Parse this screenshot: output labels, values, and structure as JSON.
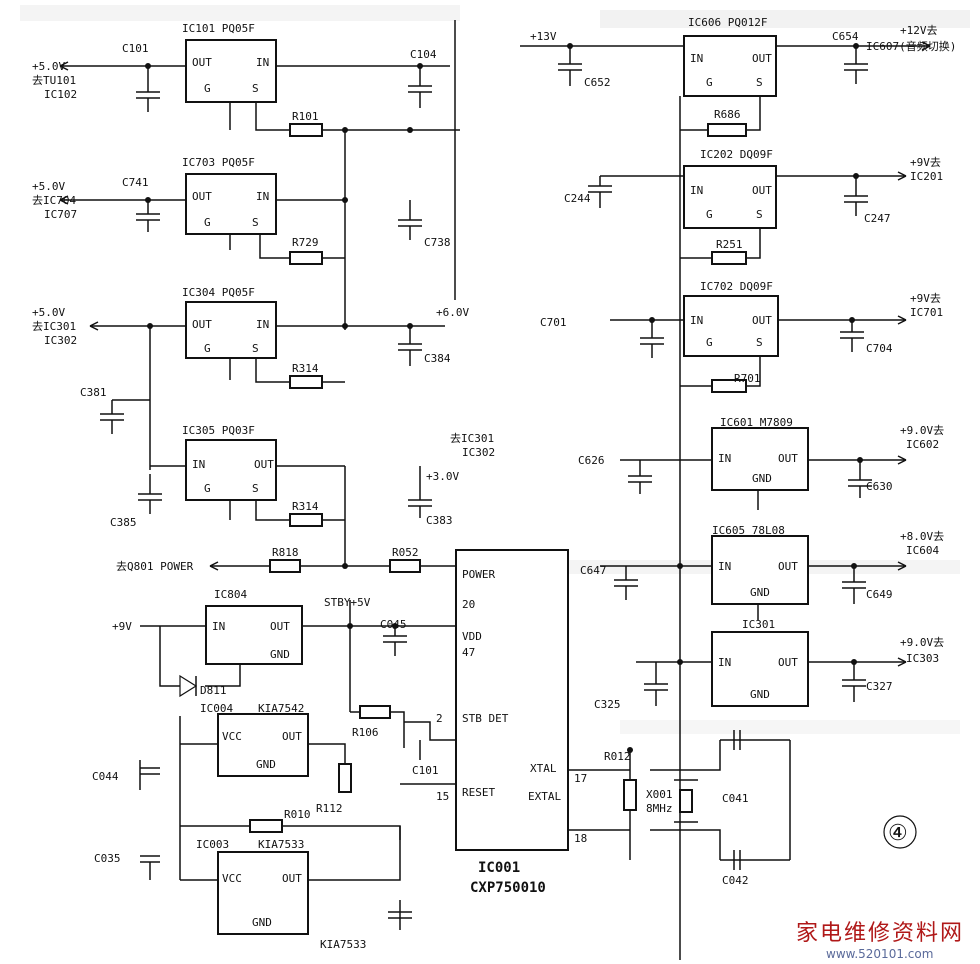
{
  "power_rails": {
    "p5v_tu101": "+5.0V",
    "to_tu101": "去TU101",
    "ic102": "IC102",
    "p5v_ic704": "+5.0V",
    "to_ic704": "去IC704",
    "ic707": "IC707",
    "p5v_ic301": "+5.0V",
    "to_ic301": "去IC301",
    "ic302": "IC302",
    "p6v": "+6.0V",
    "to_ic301_b": "去IC301",
    "ic302_b": "IC302",
    "p3v": "+3.0V",
    "to_q801": "去Q801 POWER",
    "p9v_in": "+9V",
    "stby": "STBY+5V",
    "p13v": "+13V",
    "p12v": "+12V去",
    "ic607": "IC607(音频切换)",
    "p9v_ic201": "+9V去",
    "ic201": "IC201",
    "p9v_ic701": "+9V去",
    "ic701": "IC701",
    "p9v_ic602": "+9.0V去",
    "ic602": "IC602",
    "p8v_ic604": "+8.0V去",
    "ic604": "IC604",
    "p9v_ic303": "+9.0V去",
    "ic303": "IC303"
  },
  "regulators": {
    "ic101": {
      "name": "IC101 PQ05F",
      "out": "OUT",
      "in": "IN",
      "g": "G",
      "s": "S"
    },
    "ic703": {
      "name": "IC703 PQ05F",
      "out": "OUT",
      "in": "IN",
      "g": "G",
      "s": "S"
    },
    "ic304": {
      "name": "IC304 PQ05F",
      "out": "OUT",
      "in": "IN",
      "g": "G",
      "s": "S"
    },
    "ic305": {
      "name": "IC305 PQ03F",
      "in": "IN",
      "out": "OUT",
      "g": "G",
      "s": "S"
    },
    "ic804": {
      "name": "IC804",
      "in": "IN",
      "out": "OUT",
      "gnd": "GND"
    },
    "ic004": {
      "name": "IC004",
      "part": "KIA7542",
      "vcc": "VCC",
      "out": "OUT",
      "gnd": "GND"
    },
    "ic003": {
      "name": "IC003",
      "part": "KIA7533",
      "part2": "KIA7533",
      "vcc": "VCC",
      "out": "OUT",
      "gnd": "GND"
    },
    "ic606": {
      "name": "IC606 PQ012F",
      "in": "IN",
      "out": "OUT",
      "g": "G",
      "s": "S"
    },
    "ic202": {
      "name": "IC202 DQ09F",
      "in": "IN",
      "out": "OUT",
      "g": "G",
      "s": "S"
    },
    "ic702": {
      "name": "IC702 DQ09F",
      "in": "IN",
      "out": "OUT",
      "g": "G",
      "s": "S"
    },
    "ic601": {
      "name": "IC601 M7809",
      "in": "IN",
      "out": "OUT",
      "gnd": "GND"
    },
    "ic605": {
      "name": "IC605 78L08",
      "in": "IN",
      "out": "OUT",
      "gnd": "GND"
    },
    "ic301": {
      "name": "IC301",
      "in": "IN",
      "out": "OUT",
      "gnd": "GND"
    }
  },
  "mcu": {
    "name": "IC001",
    "part": "CXP750010",
    "pins": {
      "power": "POWER",
      "power_no": "20",
      "vdd": "VDD",
      "vdd_no": "47",
      "stb": "STB DET",
      "stb_no": "2",
      "xtal": "XTAL",
      "xtal_no": "17",
      "reset": "RESET",
      "reset_no": "15",
      "extal": "EXTAL",
      "extal_no": "18"
    }
  },
  "components": {
    "c101": "C101",
    "c104": "C104",
    "r101": "R101",
    "c741": "C741",
    "r729": "R729",
    "c738": "C738",
    "c384": "C384",
    "c381": "C381",
    "r314a": "R314",
    "c385": "C385",
    "r314b": "R314",
    "c383": "C383",
    "r818": "R818",
    "r052": "R052",
    "c045": "C045",
    "d811": "D811",
    "r106": "R106",
    "c101b": "C101",
    "r112": "R112",
    "c044": "C044",
    "r010": "R010",
    "c035": "C035",
    "c652": "C652",
    "c654": "C654",
    "r686": "R686",
    "c244": "C244",
    "c247": "C247",
    "r251": "R251",
    "c701": "C701",
    "c704": "C704",
    "r701": "R701",
    "c626": "C626",
    "c630": "C630",
    "c647": "C647",
    "c649": "C649",
    "c325": "C325",
    "c327": "C327",
    "r012": "R012",
    "x001": "X001",
    "x001_f": "8MHz",
    "c041": "C041",
    "c042": "C042"
  },
  "figure_marker": "④",
  "watermark": {
    "site": "家电维修资料网",
    "url": "www.520101.com"
  }
}
